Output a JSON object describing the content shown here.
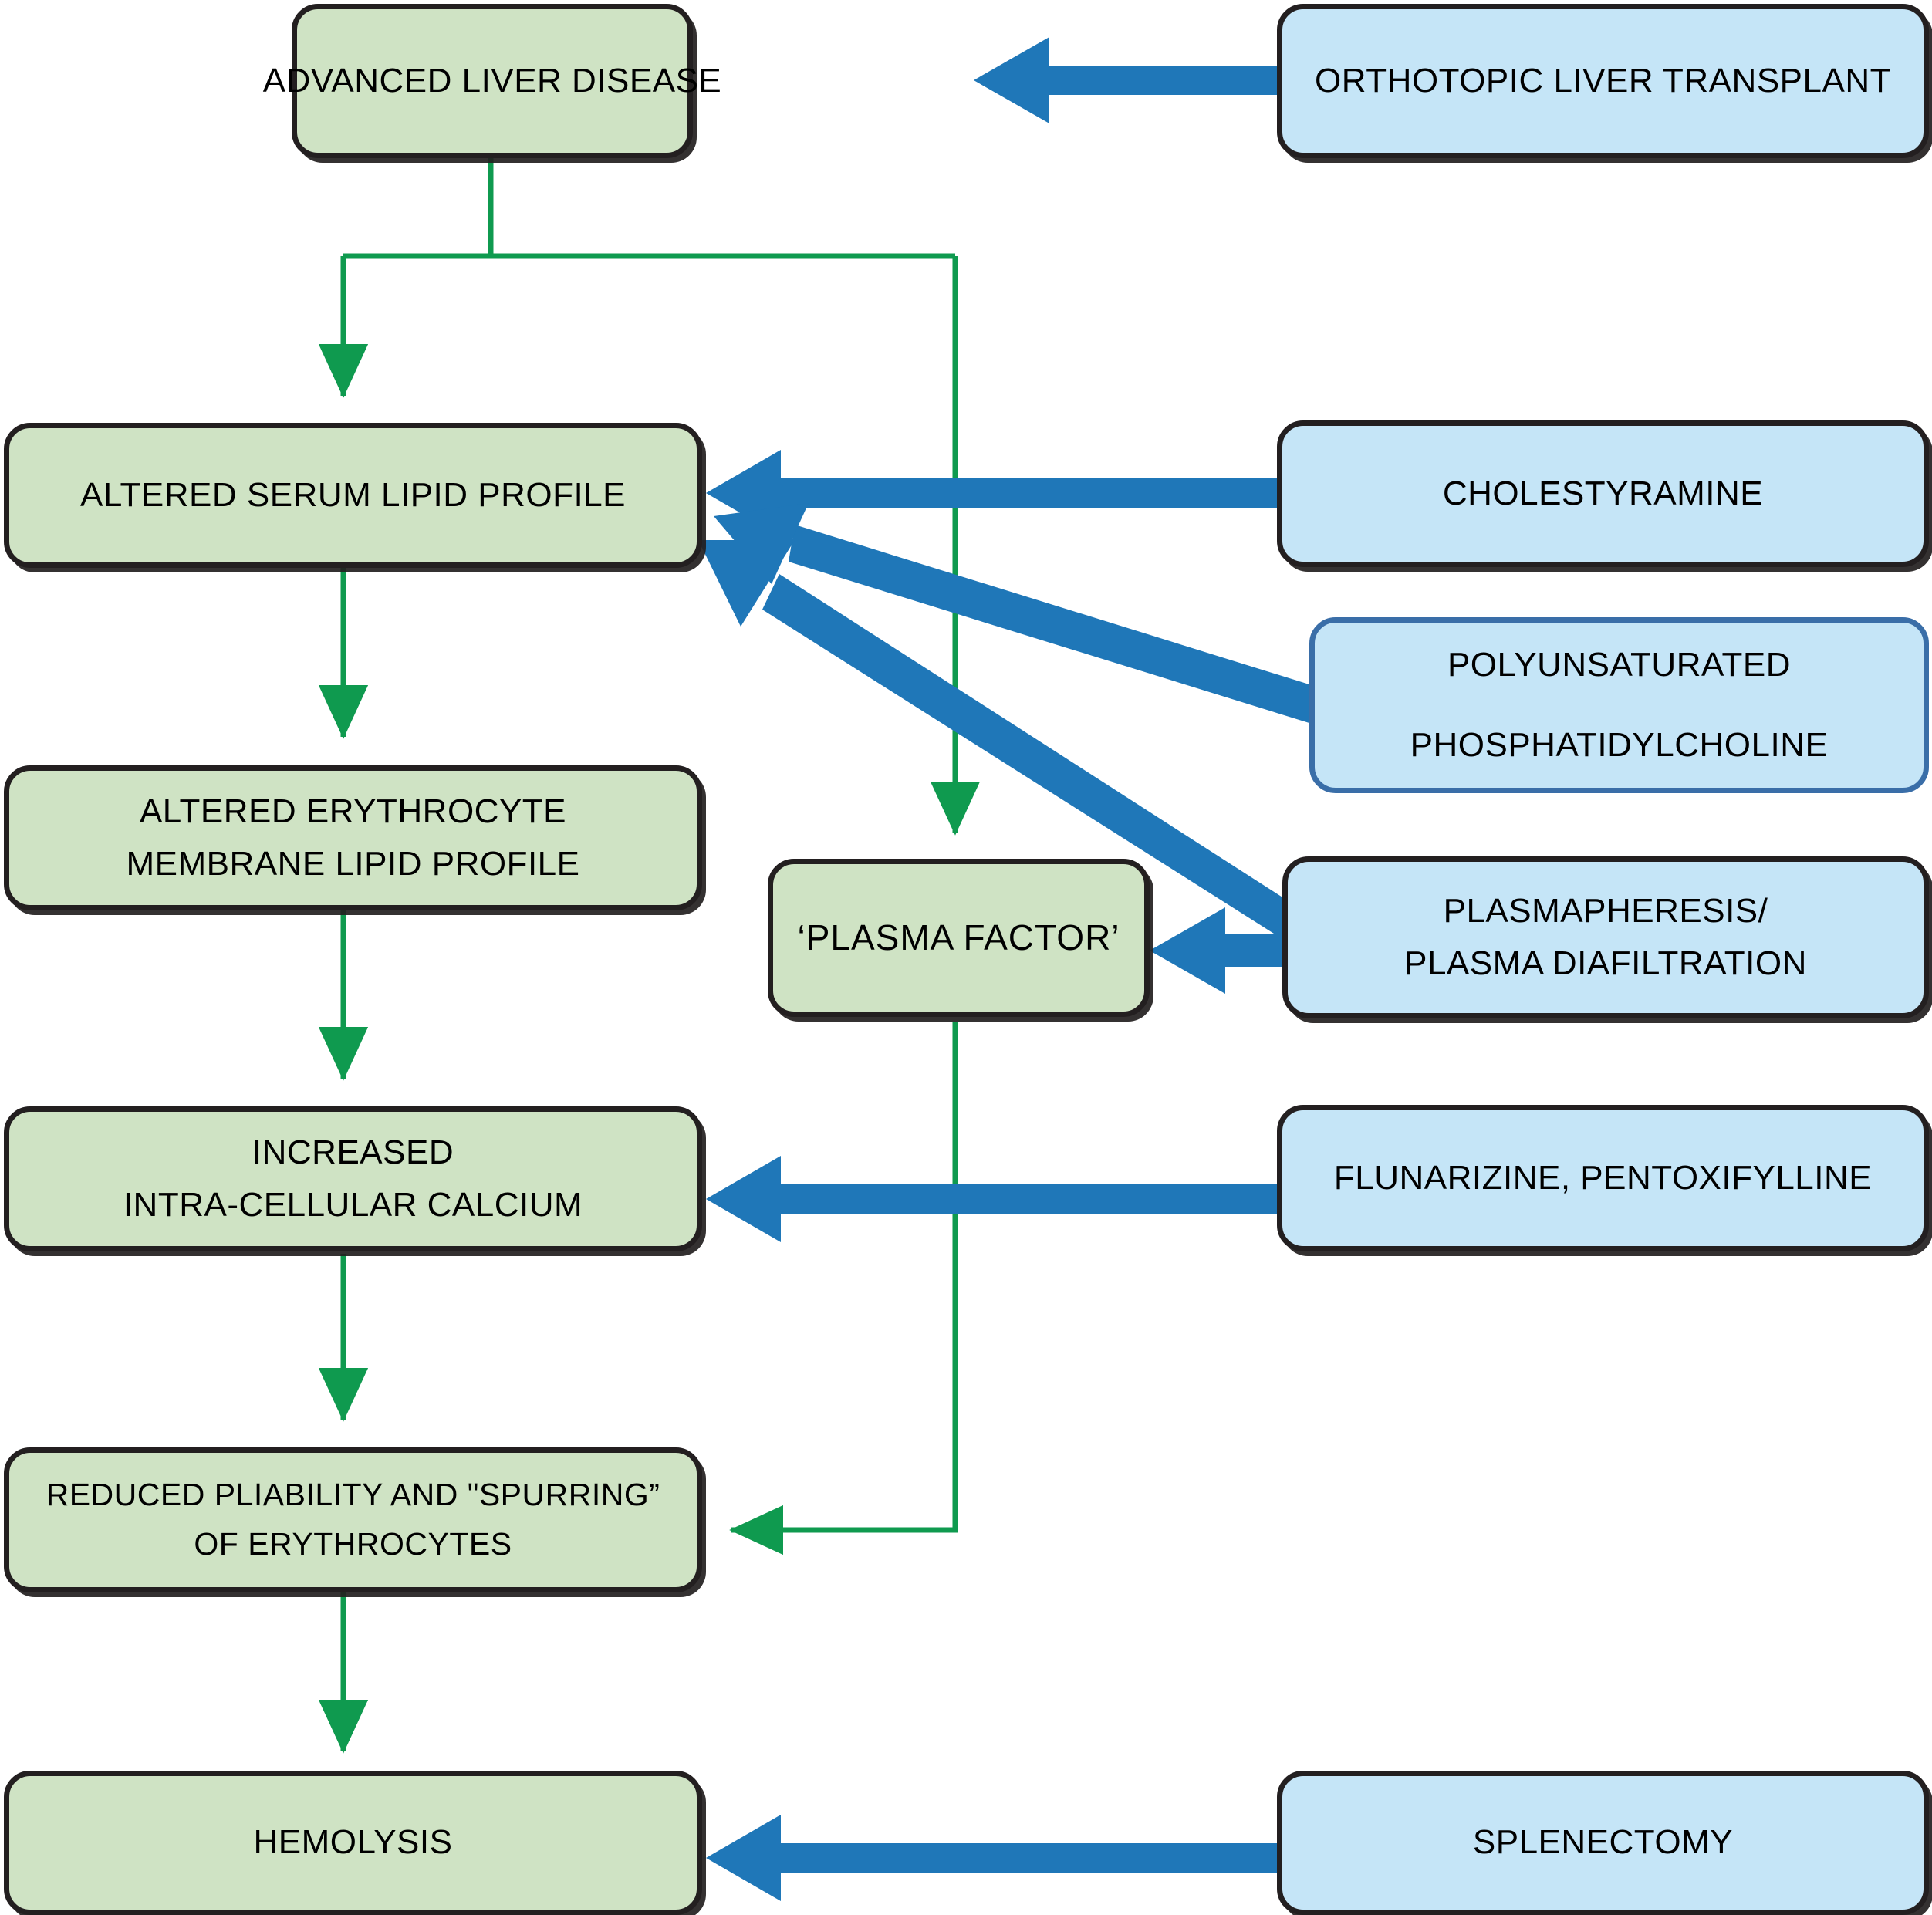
{
  "diagram": {
    "title": "Pathophysiology and treatment of spur cell hemolytic anemia in advanced liver disease",
    "type": "flowchart",
    "legend": {
      "pathway_color": "#0f9a4f",
      "intervention_color": "#1f77b8",
      "pathway_node_fill": "#cfe3c4",
      "intervention_node_fill": "#c5e5f7",
      "node_border": "#231f20"
    },
    "pathway_nodes": [
      {
        "id": "advanced-liver-disease",
        "lines": [
          "ADVANCED LIVER DISEASE"
        ]
      },
      {
        "id": "altered-serum-lipid-profile",
        "lines": [
          "ALTERED SERUM LIPID PROFILE"
        ]
      },
      {
        "id": "altered-erythrocyte-membrane-lipid-profile",
        "lines": [
          "ALTERED ERYTHROCYTE",
          "MEMBRANE LIPID PROFILE"
        ]
      },
      {
        "id": "plasma-factor",
        "lines": [
          "‘PLASMA FACTOR’"
        ]
      },
      {
        "id": "increased-intracellular-calcium",
        "lines": [
          "INCREASED",
          "INTRA-CELLULAR CALCIUM"
        ]
      },
      {
        "id": "reduced-pliability",
        "lines": [
          "REDUCED PLIABILITY AND \"SPURRING”",
          "OF ERYTHROCYTES"
        ]
      },
      {
        "id": "hemolysis",
        "lines": [
          "HEMOLYSIS"
        ]
      }
    ],
    "intervention_nodes": [
      {
        "id": "orthotopic-liver-transplant",
        "lines": [
          "ORTHOTOPIC LIVER TRANSPLANT"
        ]
      },
      {
        "id": "cholestyramine",
        "lines": [
          "CHOLESTYRAMINE"
        ]
      },
      {
        "id": "polyunsaturated-phosphatidylcholine",
        "lines": [
          "POLYUNSATURATED",
          "PHOSPHATIDYLCHOLINE"
        ]
      },
      {
        "id": "plasmapheresis-plasma-diafiltration",
        "lines": [
          "PLASMAPHERESIS/",
          "PLASMA DIAFILTRATION"
        ]
      },
      {
        "id": "flunarizine-pentoxifylline",
        "lines": [
          "FLUNARIZINE, PENTOXIFYLLINE"
        ]
      },
      {
        "id": "splenectomy",
        "lines": [
          "SPLENECTOMY"
        ]
      }
    ],
    "pathway_edges": [
      {
        "from": "advanced-liver-disease",
        "to": "altered-serum-lipid-profile"
      },
      {
        "from": "advanced-liver-disease",
        "to": "plasma-factor"
      },
      {
        "from": "altered-serum-lipid-profile",
        "to": "altered-erythrocyte-membrane-lipid-profile"
      },
      {
        "from": "altered-erythrocyte-membrane-lipid-profile",
        "to": "increased-intracellular-calcium"
      },
      {
        "from": "increased-intracellular-calcium",
        "to": "reduced-pliability"
      },
      {
        "from": "plasma-factor",
        "to": "reduced-pliability"
      },
      {
        "from": "reduced-pliability",
        "to": "hemolysis"
      }
    ],
    "intervention_edges": [
      {
        "from": "orthotopic-liver-transplant",
        "to": "advanced-liver-disease"
      },
      {
        "from": "cholestyramine",
        "to": "altered-serum-lipid-profile"
      },
      {
        "from": "polyunsaturated-phosphatidylcholine",
        "to": "altered-serum-lipid-profile"
      },
      {
        "from": "plasmapheresis-plasma-diafiltration",
        "to": "altered-serum-lipid-profile"
      },
      {
        "from": "plasmapheresis-plasma-diafiltration",
        "to": "plasma-factor"
      },
      {
        "from": "flunarizine-pentoxifylline",
        "to": "increased-intracellular-calcium"
      },
      {
        "from": "splenectomy",
        "to": "hemolysis"
      }
    ]
  },
  "nodes": {
    "advanced_liver_disease": {
      "line1": "ADVANCED LIVER DISEASE"
    },
    "orthotopic_liver_transplant": {
      "line1": "ORTHOTOPIC LIVER TRANSPLANT"
    },
    "altered_serum_lipid_profile": {
      "line1": "ALTERED SERUM LIPID PROFILE"
    },
    "cholestyramine": {
      "line1": "CHOLESTYRAMINE"
    },
    "altered_erythrocyte_membrane": {
      "line1": "ALTERED ERYTHROCYTE",
      "line2": "MEMBRANE LIPID PROFILE"
    },
    "polyunsaturated_phosphatidylcholine": {
      "line1": "POLYUNSATURATED",
      "line2": "PHOSPHATIDYLCHOLINE"
    },
    "plasma_factor": {
      "line1": "‘PLASMA FACTOR’"
    },
    "plasmapheresis": {
      "line1": "PLASMAPHERESIS/",
      "line2": "PLASMA DIAFILTRATION"
    },
    "increased_calcium": {
      "line1": "INCREASED",
      "line2": "INTRA-CELLULAR CALCIUM"
    },
    "flunarizine_pentoxifylline": {
      "line1": "FLUNARIZINE, PENTOXIFYLLINE"
    },
    "reduced_pliability": {
      "line1": "REDUCED PLIABILITY AND \"SPURRING”",
      "line2": "OF ERYTHROCYTES"
    },
    "hemolysis": {
      "line1": "HEMOLYSIS"
    },
    "splenectomy": {
      "line1": "SPLENECTOMY"
    }
  }
}
